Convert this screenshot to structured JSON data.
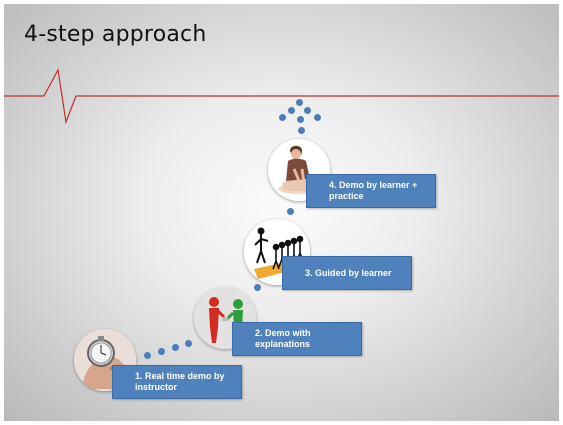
{
  "slide": {
    "title": "4-step approach",
    "accent_color": "#4f81bd",
    "line_color": "#c0302a",
    "steps": [
      {
        "label": "1. Real time demo by instructor",
        "icon": "stopwatch-icon"
      },
      {
        "label": "2. Demo with explanations",
        "icon": "presenter-figures-icon"
      },
      {
        "label": "3. Guided by learner",
        "icon": "group-figures-icon"
      },
      {
        "label": "4. Demo by learner + practice",
        "icon": "cpr-practice-icon"
      }
    ]
  }
}
